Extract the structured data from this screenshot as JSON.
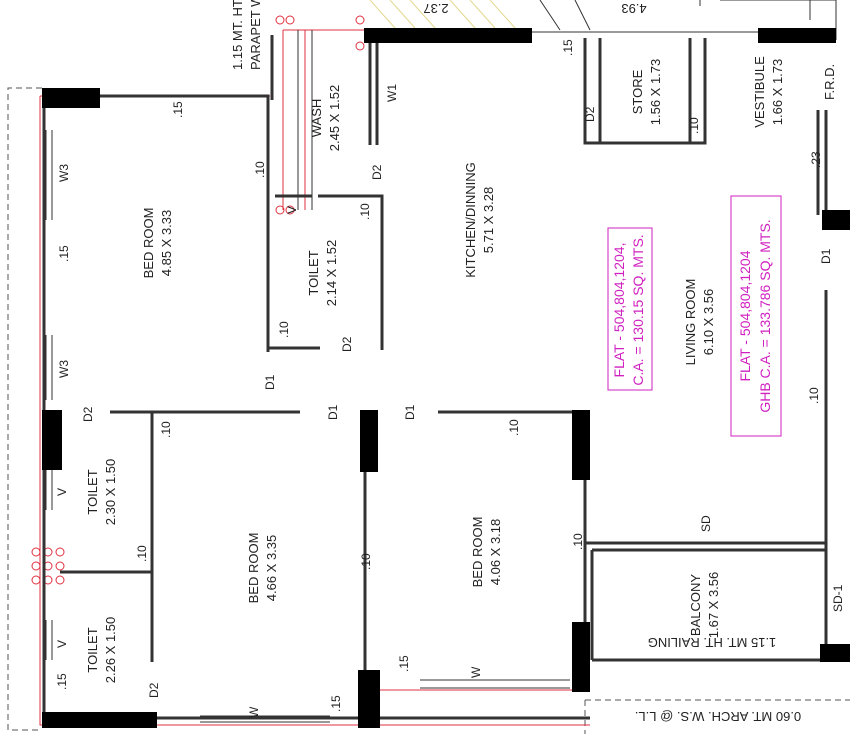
{
  "rooms": {
    "bed_room_1": {
      "name": "BED ROOM",
      "size": "4.85 X 3.33"
    },
    "bed_room_2": {
      "name": "BED ROOM",
      "size": "4.66 X 3.35"
    },
    "bed_room_3": {
      "name": "BED ROOM",
      "size": "4.06 X 3.18"
    },
    "wash": {
      "name": "WASH",
      "size": "2.45 X 1.52"
    },
    "toilet_1": {
      "name": "TOILET",
      "size": "2.14 X 1.52"
    },
    "toilet_2": {
      "name": "TOILET",
      "size": "2.30 X 1.50"
    },
    "toilet_3": {
      "name": "TOILET",
      "size": "2.26 X 1.50"
    },
    "kitchen": {
      "name": "KITCHEN/DINNING",
      "size": "5.71 X 3.28"
    },
    "living": {
      "name": "LIVING ROOM",
      "size": "6.10 X 3.56"
    },
    "store": {
      "name": "STORE",
      "size": "1.56 X 1.73"
    },
    "vestibule": {
      "name": "VESTIBULE",
      "size": "1.66 X 1.73"
    },
    "balcony": {
      "name": "BALCONY",
      "size": "1.67 X 3.56"
    }
  },
  "flat_labels": {
    "a": {
      "line1": "FLAT - 504,804,1204,",
      "line2": "C.A. = 130.15 SQ. MTS."
    },
    "b": {
      "line1": "FLAT - 504,804,1204",
      "line2": "GHB C.A. = 133.786 SQ. MTS."
    }
  },
  "notes": {
    "parapet_1": "1.15 MT. HT.",
    "parapet_2": "PARAPET WA",
    "railing": "1.15 MT. HT. RAILING",
    "arch": "0.60 MT. ARCH. W.S. @ L.L.",
    "frd": "F.R.D.",
    "top_dim_1": "2.37",
    "top_dim_2": "4.93"
  },
  "marks": {
    "w1": "W1",
    "w3": "W3",
    "w": "W",
    "v": "V",
    "d1": "D1",
    "d2": "D2",
    "sd": "SD",
    "sd1": "SD-1",
    "t10": ".10",
    "t15": ".15",
    "t23": ".23"
  }
}
